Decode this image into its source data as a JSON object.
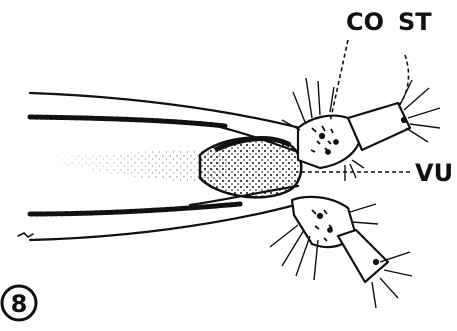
{
  "figure": {
    "number": "8",
    "labels": {
      "co": "CO",
      "st": "ST",
      "vu": "VU"
    }
  },
  "colors": {
    "ink": "#111111",
    "paper": "#ffffff"
  }
}
